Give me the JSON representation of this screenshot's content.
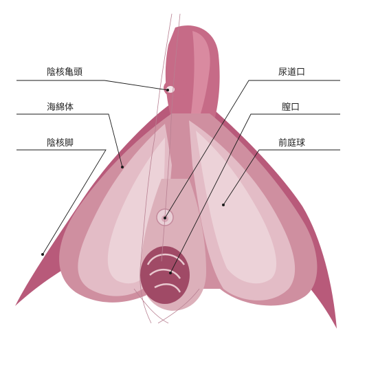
{
  "diagram": {
    "labels": {
      "glans": "陰核亀頭",
      "corpus_cavernosum": "海綿体",
      "crus": "陰核脚",
      "urethral_opening": "尿道口",
      "vaginal_opening": "膣口",
      "vestibular_bulb": "前庭球"
    },
    "colors": {
      "outer": "#b85a7a",
      "mid": "#cf8fa0",
      "bulb_light": "#e8c8cf",
      "bulb_inner": "#dcb0ba",
      "dark_opening": "#a04a66",
      "leader": "#1a1a1a"
    }
  }
}
